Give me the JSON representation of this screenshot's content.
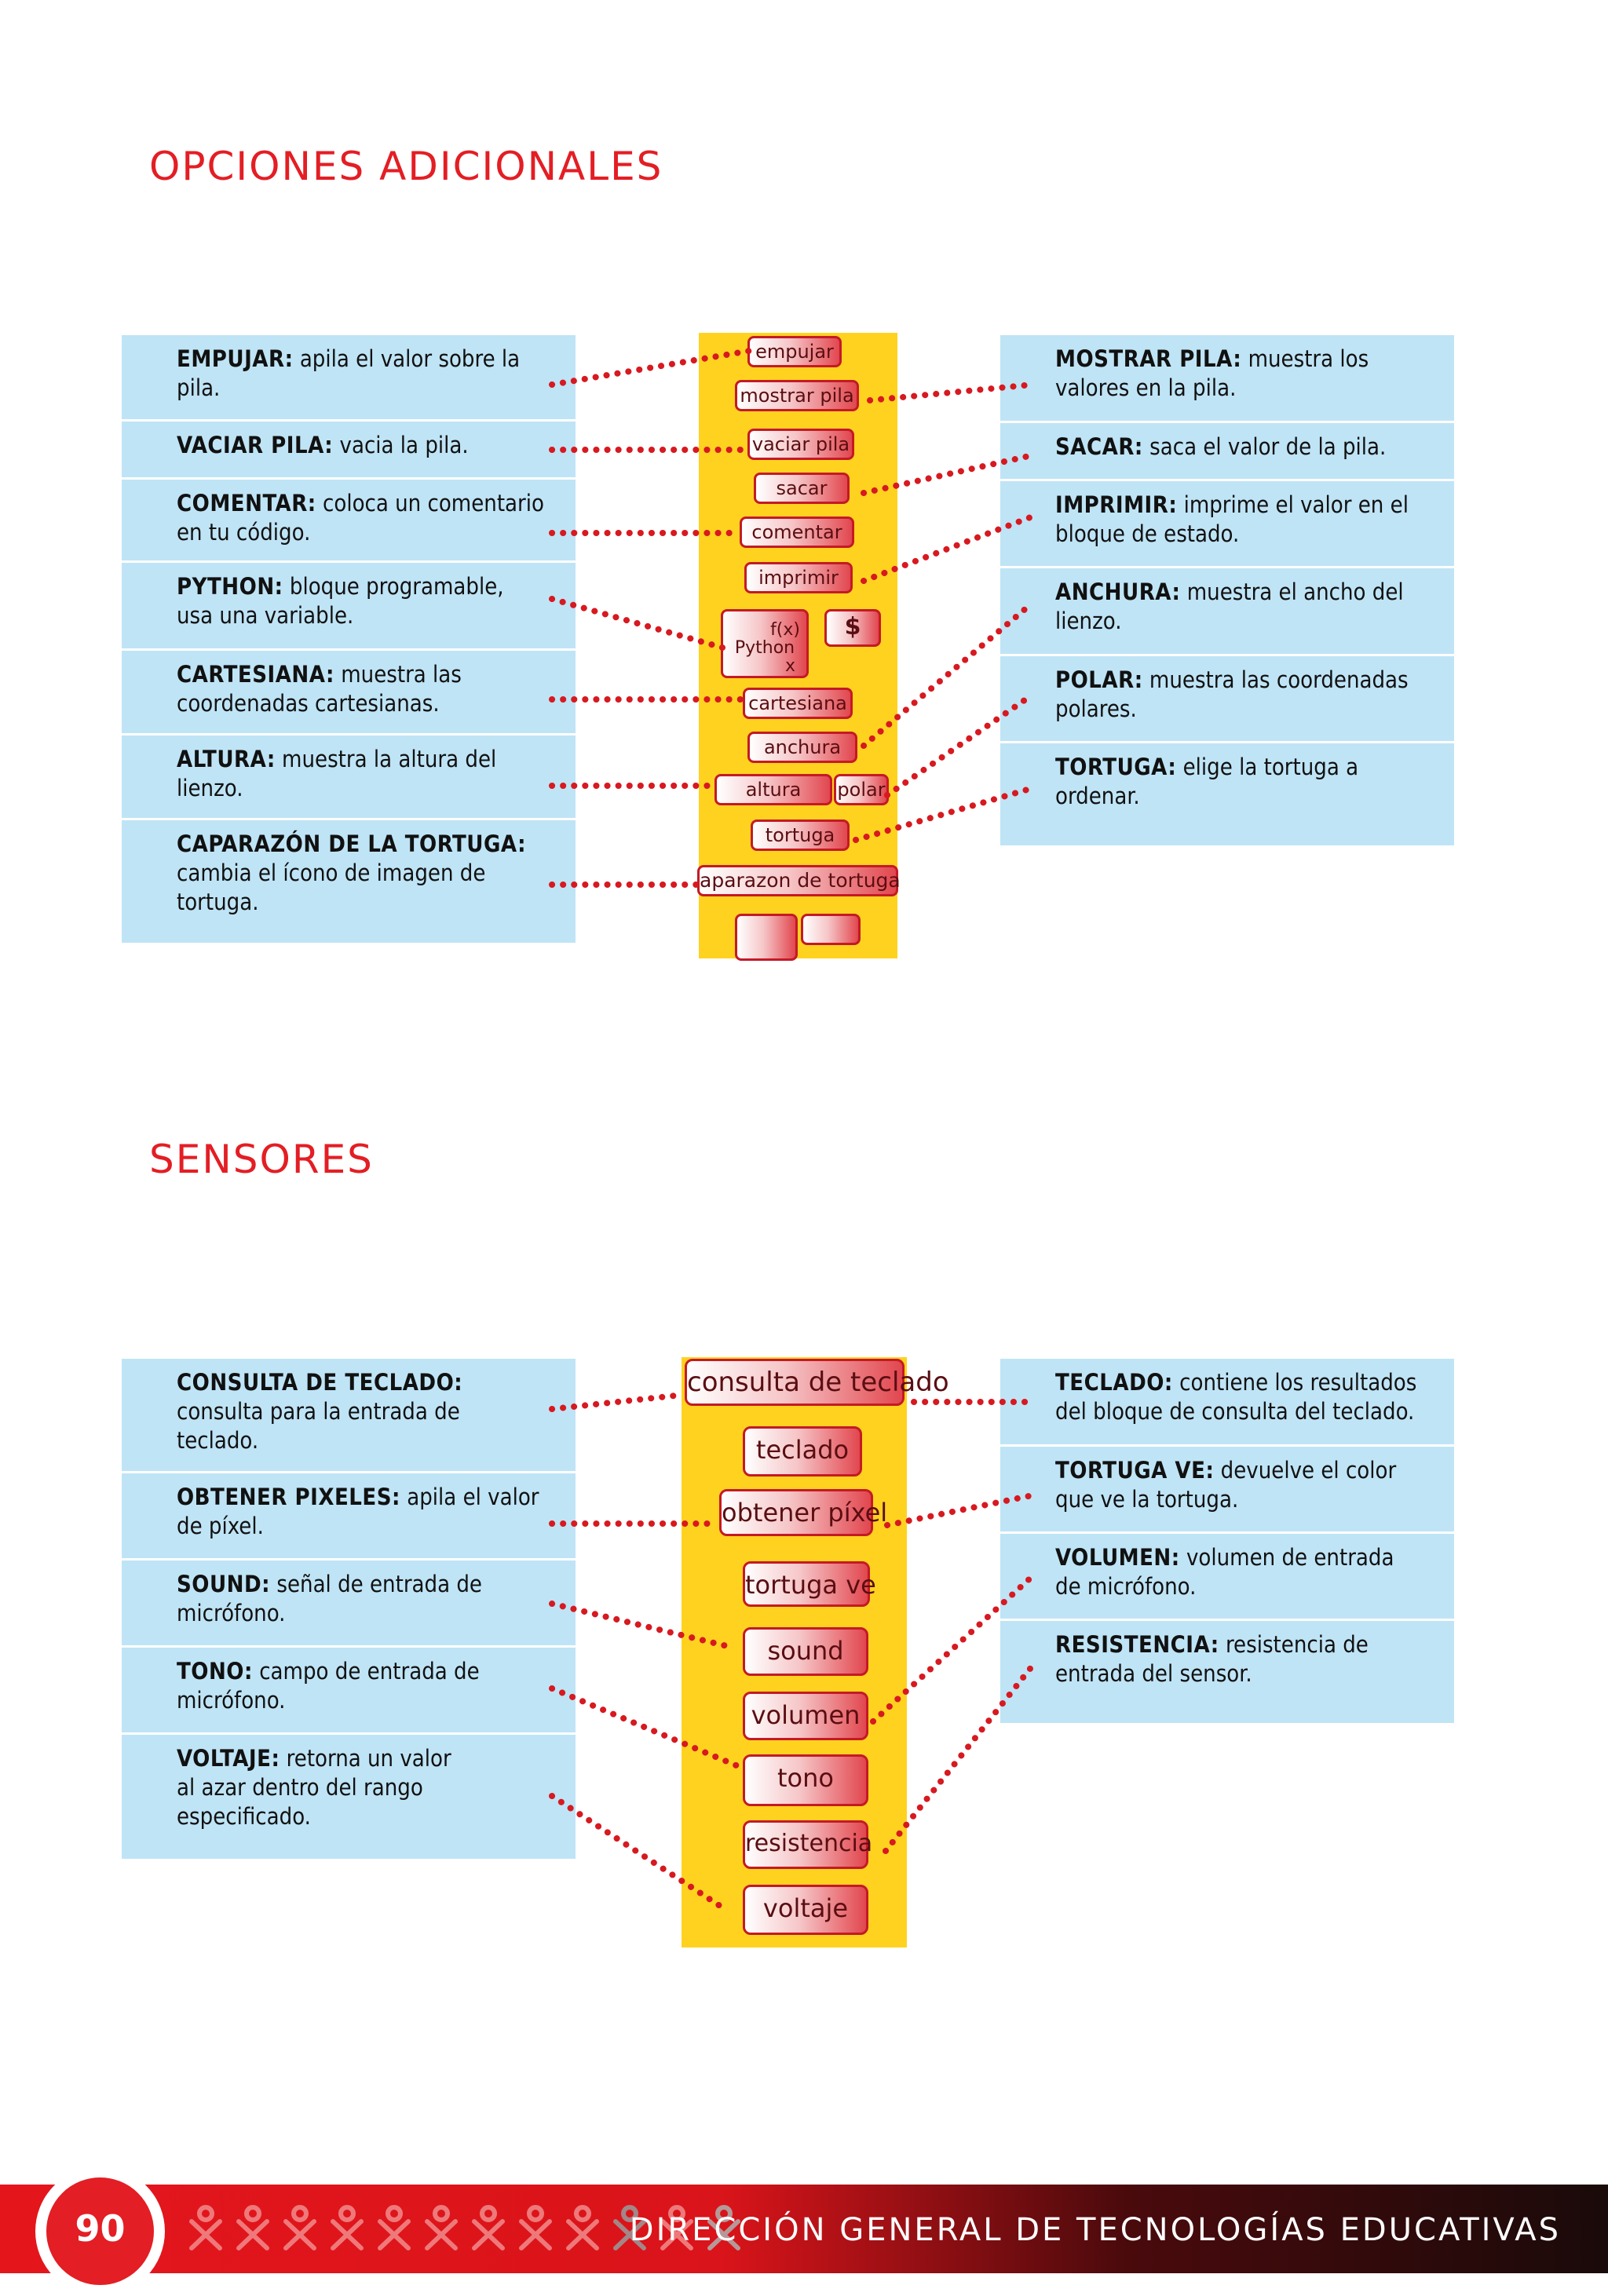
{
  "sections": {
    "additional": {
      "title": "OPCIONES ADICIONALES",
      "left": [
        {
          "term": "EMPUJAR:",
          "desc": " apila el valor sobre la pila."
        },
        {
          "term": "VACIAR PILA:",
          "desc": " vacia la pila."
        },
        {
          "term": "COMENTAR:",
          "desc": " coloca un comentario en tu código."
        },
        {
          "term": "PYTHON:",
          "desc": " bloque programable, usa una variable."
        },
        {
          "term": "CARTESIANA:",
          "desc": " muestra las coordenadas cartesianas."
        },
        {
          "term": "ALTURA:",
          "desc": " muestra la altura del lienzo."
        },
        {
          "term": "CAPARAZÓN DE LA TORTUGA:",
          "desc": " cambia el ícono de imagen de tortuga."
        }
      ],
      "right": [
        {
          "term": "MOSTRAR PILA:",
          "desc": " muestra los valores en la pila."
        },
        {
          "term": "SACAR:",
          "desc": " saca el valor de la pila."
        },
        {
          "term": "IMPRIMIR:",
          "desc": " imprime el valor en el bloque de estado."
        },
        {
          "term": "ANCHURA:",
          "desc": " muestra el ancho del lienzo."
        },
        {
          "term": "POLAR:",
          "desc": " muestra las coordenadas polares."
        },
        {
          "term": "TORTUGA:",
          "desc": " elige la tortuga a ordenar."
        }
      ],
      "blocks": {
        "empujar": "empujar",
        "mostrar_pila": "mostrar pila",
        "vaciar_pila": "vaciar pila",
        "sacar": "sacar",
        "comentar": "comentar",
        "imprimir": "imprimir",
        "python_fx": "f(x)",
        "python": "Python",
        "python_x": "x",
        "dollar": "$",
        "cartesiana": "cartesiana",
        "anchura": "anchura",
        "altura": "altura",
        "polar": "polar",
        "tortuga": "tortuga",
        "caparazon": "aparazon de tortuga"
      }
    },
    "sensors": {
      "title": "SENSORES",
      "left": [
        {
          "term": "CONSULTA DE TECLADO:",
          "desc": " consulta para la entrada de teclado."
        },
        {
          "term": "OBTENER PIXELES:",
          "desc": " apila el valor de píxel."
        },
        {
          "term": "SOUND:",
          "desc": " señal de entrada de micrófono."
        },
        {
          "term": "TONO:",
          "desc": " campo de entrada de micrófono."
        },
        {
          "term": "VOLTAJE:",
          "desc": " retorna un valor al azar dentro del rango especificado."
        }
      ],
      "right": [
        {
          "term": "TECLADO:",
          "desc": " contiene los resultados del bloque de consulta del teclado."
        },
        {
          "term": "TORTUGA VE:",
          "desc": " devuelve el color que ve la tortuga."
        },
        {
          "term": "VOLUMEN:",
          "desc": " volumen de entrada de micrófono."
        },
        {
          "term": "RESISTENCIA:",
          "desc": " resistencia de entrada del sensor."
        }
      ],
      "blocks": {
        "consulta": "consulta de teclado",
        "teclado": "teclado",
        "obtener": "obtener píxel",
        "tortuga_ve": "tortuga ve",
        "sound": "sound",
        "volumen": "volumen",
        "tono": "tono",
        "resistencia": "resistencia",
        "voltaje": "voltaje"
      }
    }
  },
  "footer": {
    "page_number": "90",
    "institution": "DIRECCIÓN GENERAL DE TECNOLOGÍAS EDUCATIVAS"
  },
  "colors": {
    "accent": "#e31e24",
    "box": "#bfe4f6",
    "palette": "#ffd21f",
    "dots": "#d71920"
  }
}
